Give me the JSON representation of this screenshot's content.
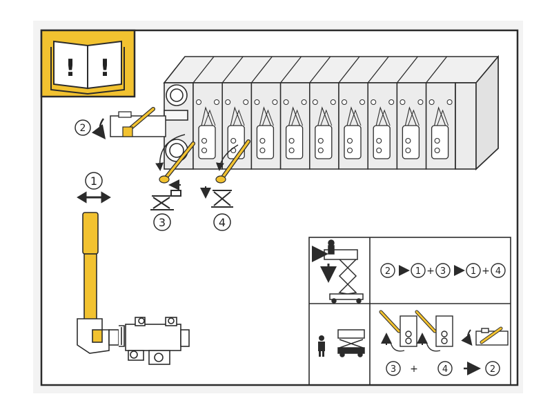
{
  "colors": {
    "accent": "#f2c230",
    "line": "#2b2b2b",
    "panel_bg": "#f7f7f7",
    "module_fill": "#ebebeb"
  },
  "icons": {
    "manual": "manual-book-icon",
    "exclamation": "!"
  },
  "steps": {
    "s1": "1",
    "s2": "2",
    "s3": "3",
    "s4": "4"
  },
  "procedure": {
    "a": "2",
    "b": "1",
    "plus1": "+",
    "c": "3",
    "d": "1",
    "plus2": "+",
    "e": "4"
  },
  "release": {
    "a": "3",
    "plus": "+",
    "b": "4",
    "c": "2"
  },
  "valve_module_count": 9
}
